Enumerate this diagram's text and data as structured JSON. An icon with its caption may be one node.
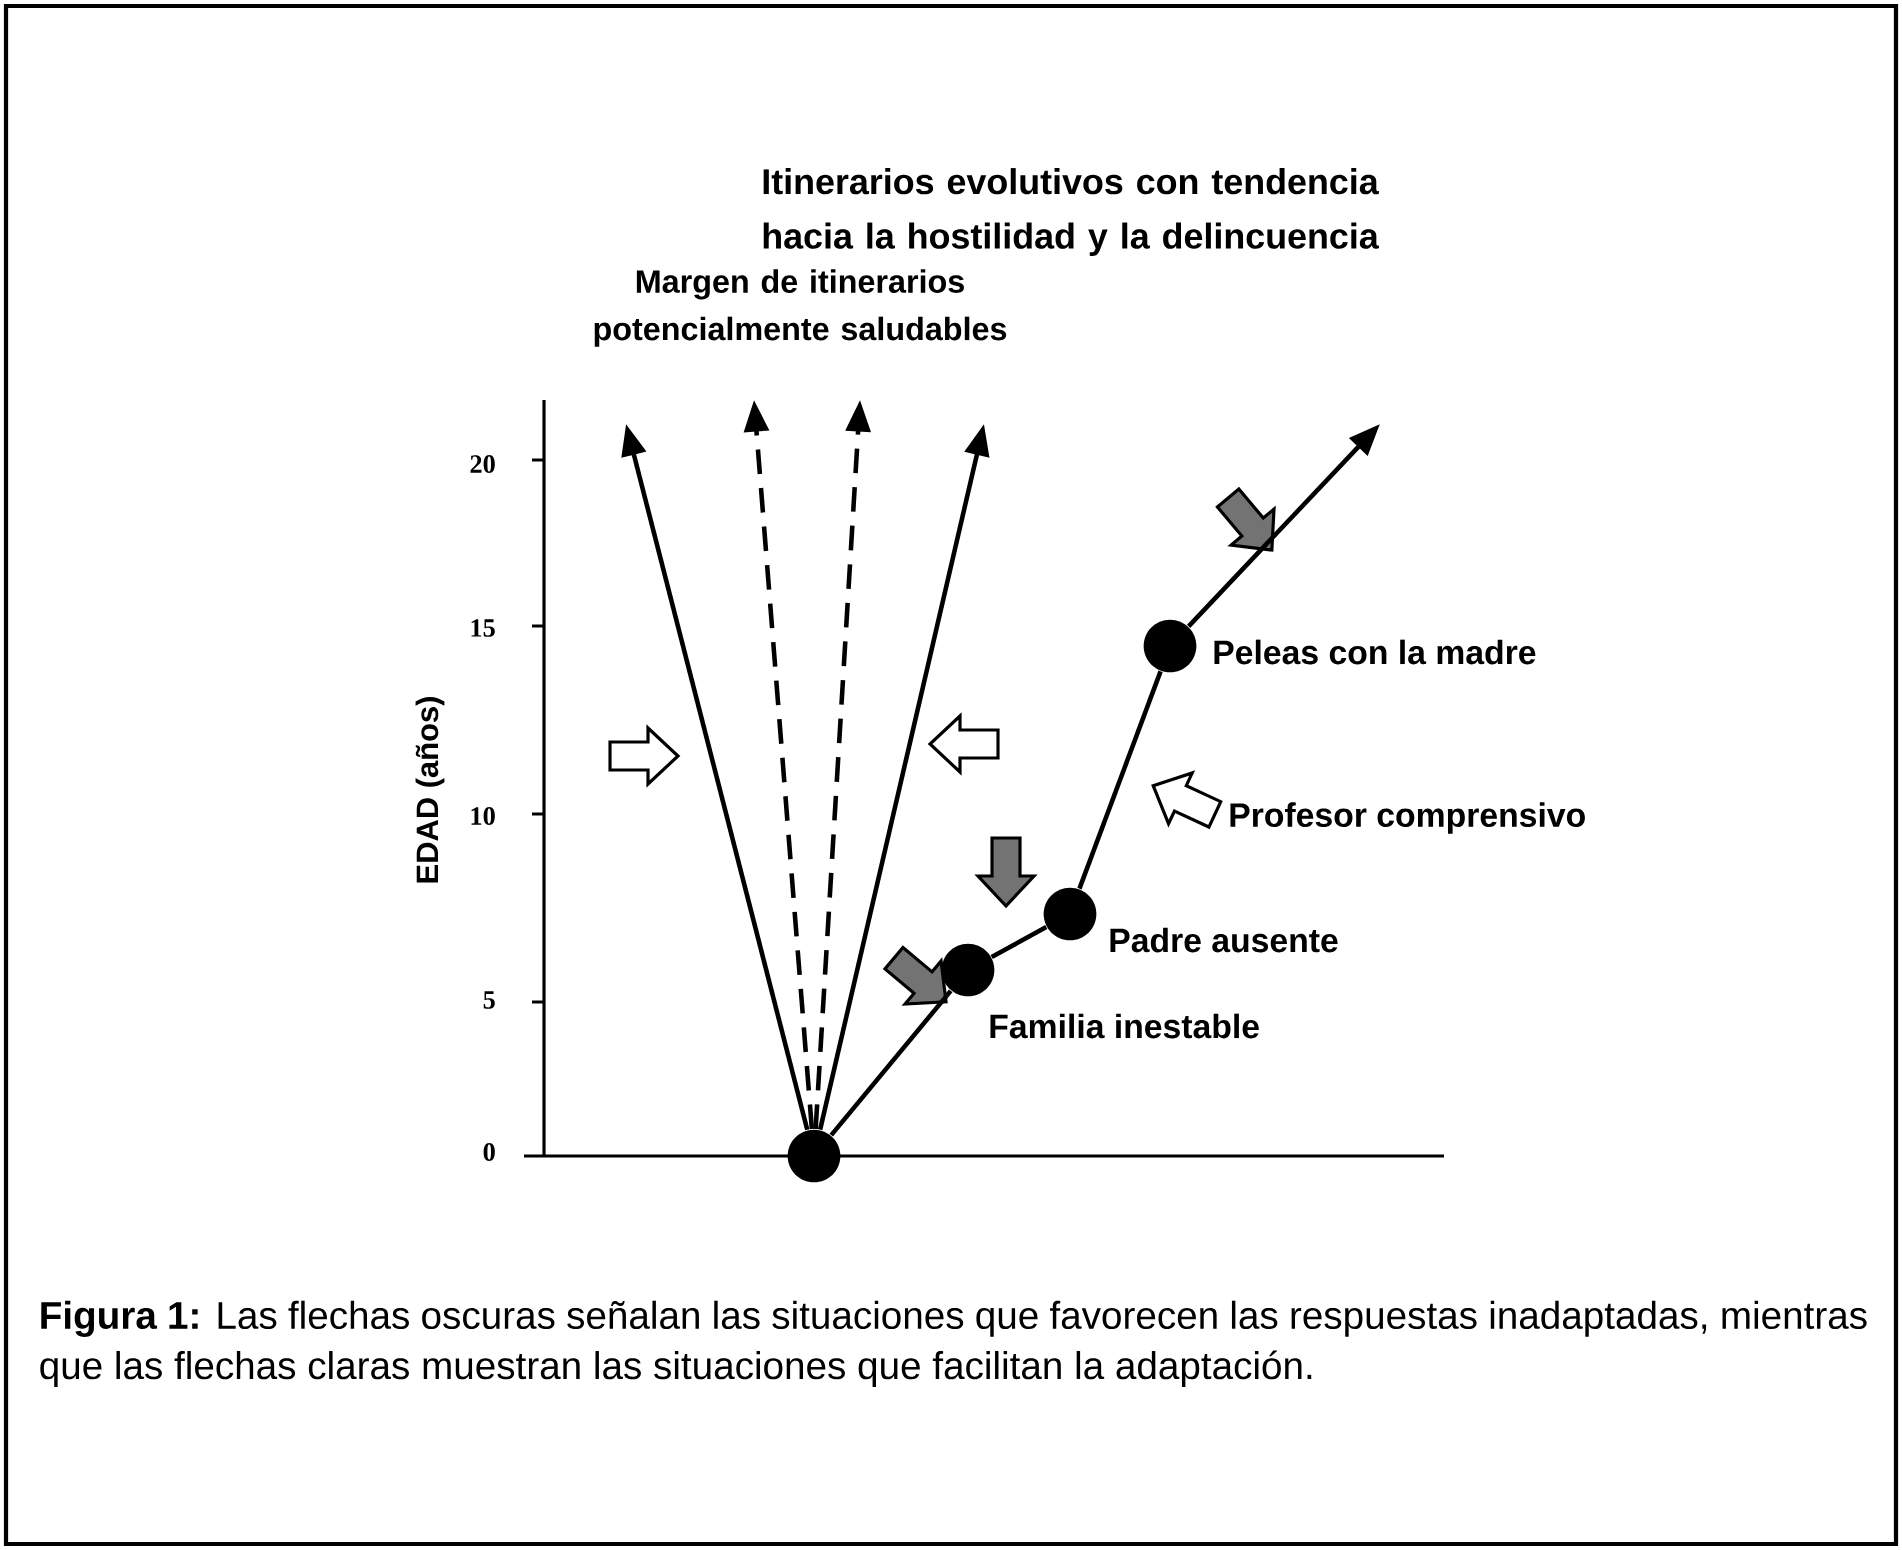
{
  "diagram": {
    "title": "Itinerarios evolutivos con tendencia hacia la hostilidad y la delincuencia",
    "caption": "**Figura 1:** Las flechas oscuras señalan las situaciones que favorecen las respuestas inadaptadas, mientras que las flechas claras muestran las situaciones que facilitan la adaptación.",
    "nodes": [
      {
        "text": [],
        "shape": "circle"
      },
      {
        "text": [],
        "shape": "circle",
        "beside": [
          "Familia inestable"
        ]
      },
      {
        "text": [],
        "shape": "circle",
        "beside": [
          "Padre ausente"
        ]
      },
      {
        "text": [],
        "shape": "circle",
        "beside": [
          "Peleas con la madre"
        ]
      }
    ],
    "edges": [
      {
        "from": 0,
        "to": null,
        "arrow": "to"
      },
      {
        "from": 0,
        "to": null,
        "arrow": "to",
        "style": "dashed"
      },
      {
        "from": 0,
        "to": null,
        "arrow": "to",
        "style": "dashed"
      },
      {
        "from": 0,
        "to": null,
        "arrow": "to"
      },
      {
        "from": 0,
        "to": 1,
        "arrow": "none"
      },
      {
        "from": 1,
        "to": 2,
        "arrow": "none"
      },
      {
        "from": 2,
        "to": 3,
        "arrow": "none"
      },
      {
        "from": 3,
        "to": null,
        "arrow": "to"
      }
    ],
    "labels": [
      "Margen de itinerarios potencialmente saludables",
      "20",
      "15",
      "10",
      "EDAD (años)",
      "Profesor comprensivo",
      "5",
      "0"
    ]
  }
}
